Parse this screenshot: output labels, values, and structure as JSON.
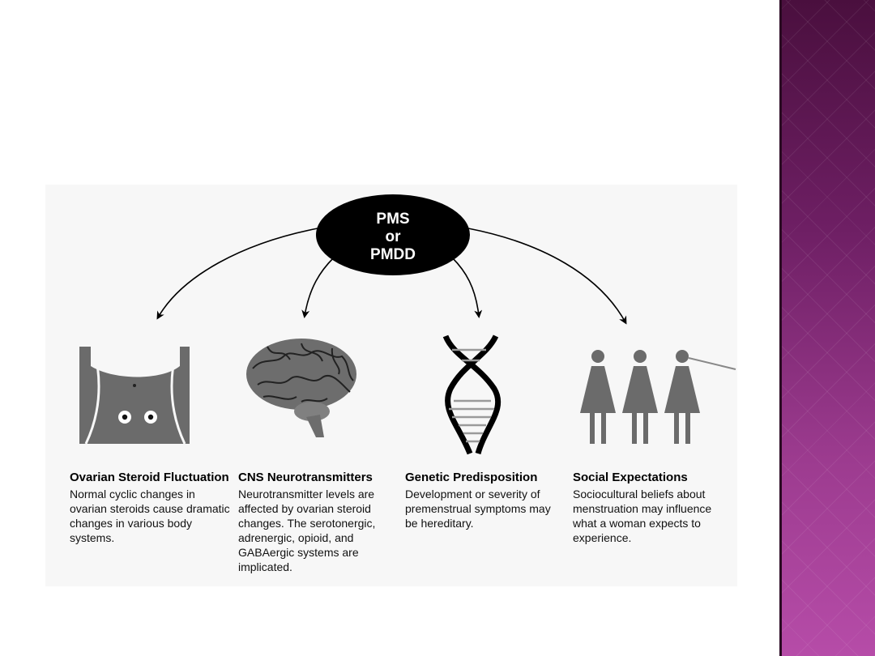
{
  "slide": {
    "accent_color": "#4a0f3e",
    "sidebar_gradient_end": "#b64ca8"
  },
  "diagram": {
    "center_node": {
      "lines": [
        "PMS",
        "or",
        "PMDD"
      ],
      "fill": "#000000"
    },
    "branches": [
      {
        "icon": "pelvis-ovaries-icon",
        "title": "Ovarian Steroid Fluctuation",
        "body": "Normal cyclic changes in ovarian steroids cause dramatic changes in various body systems."
      },
      {
        "icon": "brain-icon",
        "title": "CNS Neurotransmitters",
        "body": "Neurotransmitter levels are affected by ovarian steroid changes. The serotonergic, adrenergic, opioid, and GABAergic systems are implicated."
      },
      {
        "icon": "dna-helix-icon",
        "title": "Genetic Predisposition",
        "body": "Development or severity of premenstrual symptoms may be hereditary."
      },
      {
        "icon": "women-figures-icon",
        "title": "Social Expectations",
        "body": "Sociocultural beliefs about menstruation may influence what a woman expects to experience."
      }
    ]
  }
}
